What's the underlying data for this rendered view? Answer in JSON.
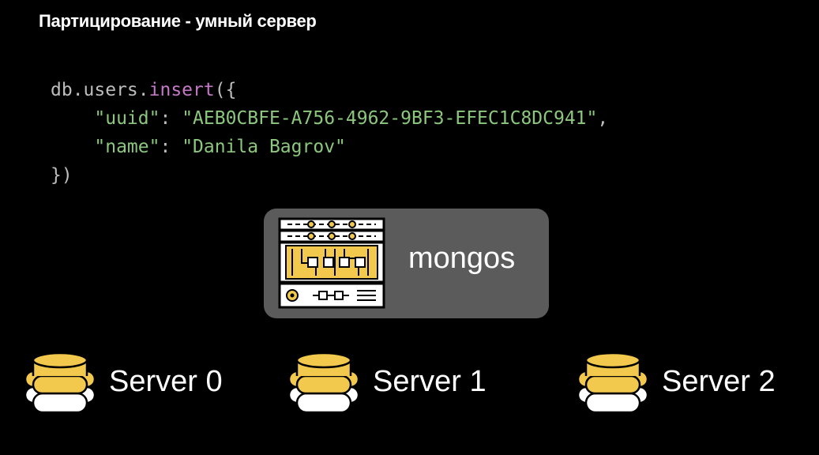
{
  "slide": {
    "title": "Партицирование - умный сервер"
  },
  "code": {
    "line1_obj": "db.users.",
    "line1_fn": "insert",
    "line1_rest": "({",
    "line2_indent": "    ",
    "line2_key": "\"uuid\"",
    "line2_sep": ": ",
    "line2_value": "\"AEB0CBFE-A756-4962-9BF3-EFEC1C8DC941\"",
    "line2_end": ",",
    "line3_indent": "    ",
    "line3_key": "\"name\"",
    "line3_sep": ": ",
    "line3_value": "\"Danila Bagrov\"",
    "line4": "})"
  },
  "router": {
    "label": "mongos",
    "icon": "server-rack-icon"
  },
  "servers": [
    {
      "label": "Server 0",
      "icon": "database-icon"
    },
    {
      "label": "Server 1",
      "icon": "database-icon"
    },
    {
      "label": "Server 2",
      "icon": "database-icon"
    }
  ],
  "colors": {
    "background": "#000000",
    "box": "#5b5b5b",
    "accent_yellow": "#f2c94c",
    "code_text": "#bdbdbd",
    "code_function": "#c678c8",
    "code_string": "#8bc77d"
  }
}
